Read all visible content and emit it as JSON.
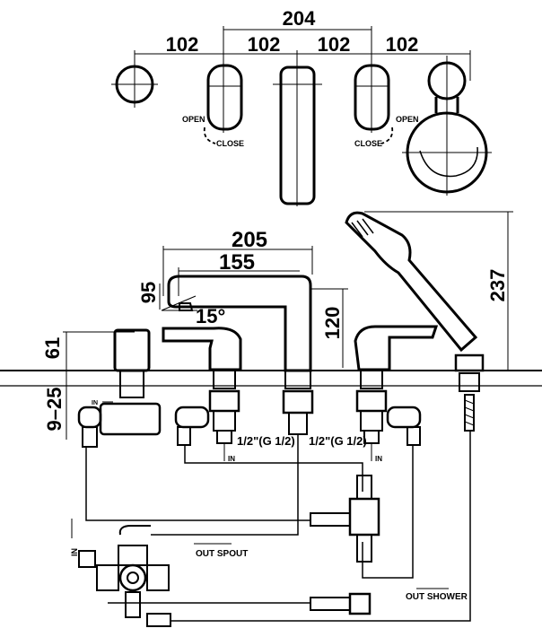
{
  "top_view": {
    "dim_total": "204",
    "dim_a": "102",
    "dim_b": "102",
    "dim_c": "102",
    "dim_d": "102",
    "open_left": "OPEN",
    "close_left": "CLOSE",
    "open_right": "OPEN",
    "close_right": "CLOSE"
  },
  "side_view": {
    "dim_205": "205",
    "dim_155": "155",
    "dim_95": "95",
    "dim_15deg": "15°",
    "dim_120": "120",
    "dim_61": "61",
    "dim_9_25": "9–25",
    "dim_237": "237",
    "thread_left": "1/2\"(G 1/2)",
    "thread_right": "1/2\"(G 1/2)",
    "in_left": "IN",
    "in_right": "IN",
    "in_small": "IN",
    "in_side": "IN",
    "out_spout": "OUT SPOUT",
    "out_shower": "OUT SHOWER"
  }
}
